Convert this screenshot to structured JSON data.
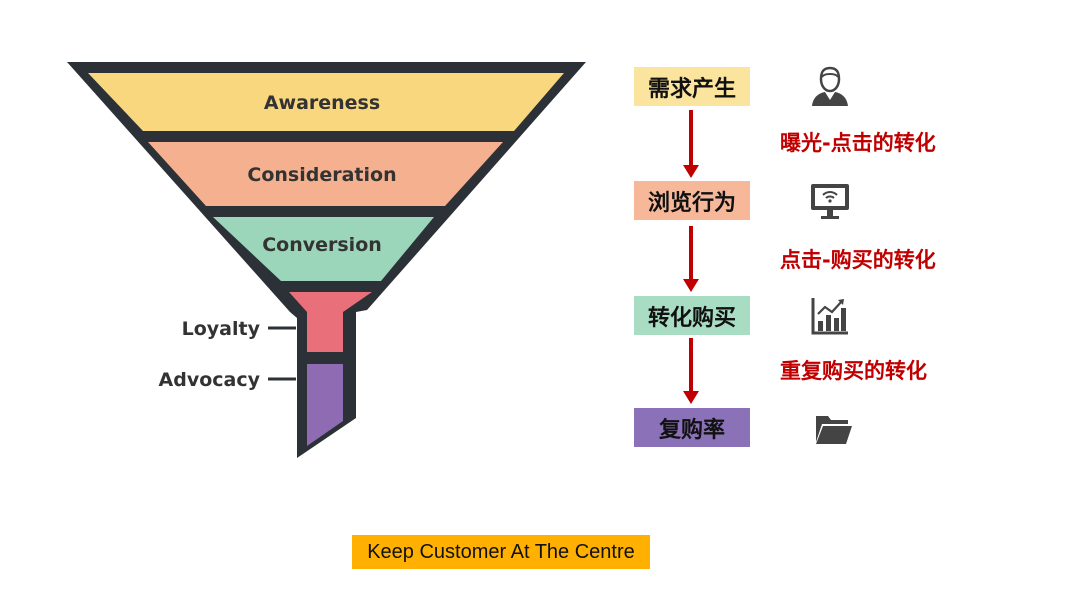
{
  "colors": {
    "awareness": "#f9d77e",
    "consideration": "#f5b18f",
    "conversion": "#9cd6ba",
    "loyalty": "#e9707a",
    "advocacy": "#8e6bb3",
    "outline": "#2b3137",
    "accent_red": "#c00000",
    "footer_bg": "#ffb000"
  },
  "funnel": {
    "labels": [
      "Awareness",
      "Consideration",
      "Conversion"
    ],
    "side_labels": [
      "Loyalty",
      "Advocacy"
    ]
  },
  "stages": [
    {
      "label": "需求产生",
      "color": "#fbe49d",
      "icon": "user-icon"
    },
    {
      "label": "浏览行为",
      "color": "#f7b89a",
      "icon": "monitor-wifi-icon"
    },
    {
      "label": "转化购买",
      "color": "#a8dcc3",
      "icon": "bar-chart-growth-icon"
    },
    {
      "label": "复购率",
      "color": "#8b71b8",
      "icon": "folder-icon"
    }
  ],
  "conversions": [
    "曝光-点击的转化",
    "点击-购买的转化",
    "重复购买的转化"
  ],
  "footer": {
    "text": "Keep Customer At The Centre"
  }
}
